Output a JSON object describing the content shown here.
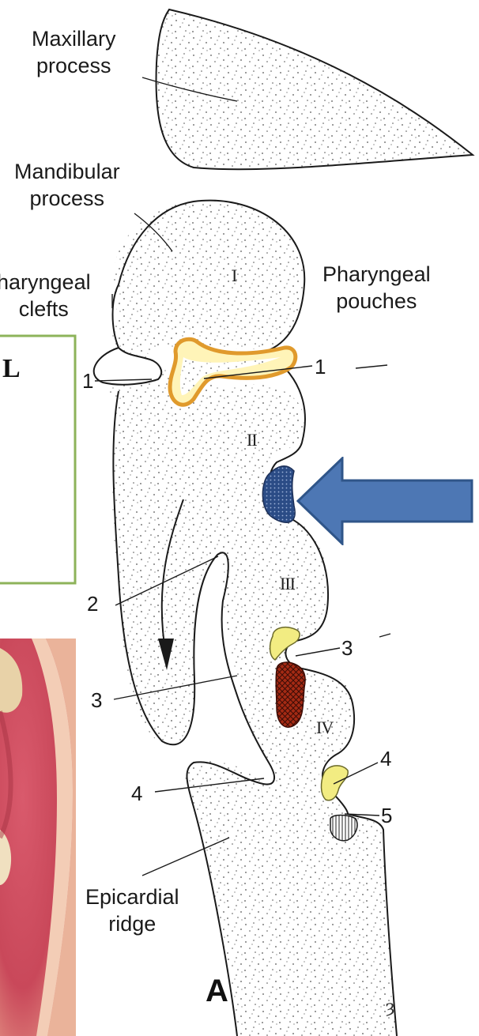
{
  "labels": {
    "maxillary_process": [
      "Maxillary",
      "process"
    ],
    "mandibular_process": [
      "Mandibular",
      "process"
    ],
    "pharyngeal_clefts": [
      "haryngeal",
      "clefts"
    ],
    "pharyngeal_pouches": [
      "Pharyngeal",
      "pouches"
    ],
    "epicardial_ridge": [
      "Epicardial",
      "ridge"
    ]
  },
  "arches": [
    "I",
    "II",
    "III",
    "IV"
  ],
  "cleft_numbers": [
    "1",
    "2",
    "3",
    "4"
  ],
  "pouch_numbers": [
    "1",
    "3",
    "4",
    "5"
  ],
  "panel_letter": "A",
  "box_letter": "L",
  "colors": {
    "arrow_fill": "#4d77b4",
    "box_border": "#8db35a",
    "stipple": "#555555",
    "pouch_yellow": "#f2ec82",
    "pouch_orange_outline": "#e09a2c",
    "pouch_blue": "#2e4f84",
    "pouch_brown": "#9a2818",
    "photo_pink": "#c94c5c"
  }
}
